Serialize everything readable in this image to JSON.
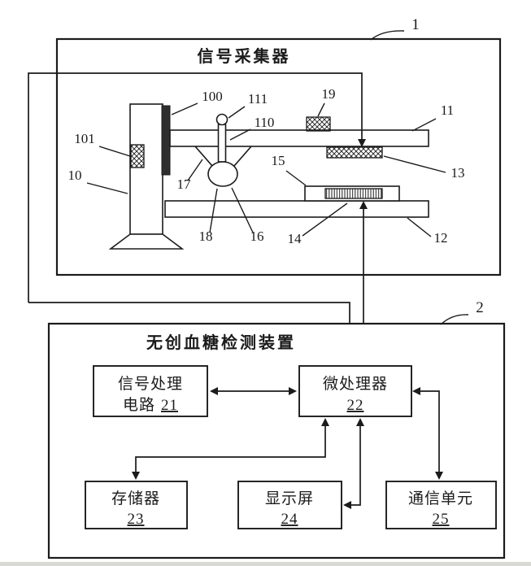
{
  "colors": {
    "ink": "#1b1b1b",
    "paper": "#ffffff"
  },
  "figure1": {
    "ref": "1",
    "title": "信号采集器",
    "part_labels": {
      "n10": "10",
      "n100": "100",
      "n101": "101",
      "n11": "11",
      "n111": "111",
      "n110": "110",
      "n19": "19",
      "n13": "13",
      "n17": "17",
      "n18": "18",
      "n16": "16",
      "n15": "15",
      "n14": "14",
      "n12": "12"
    }
  },
  "figure2": {
    "ref": "2",
    "title": "无创血糖检测装置",
    "blocks": {
      "b21": {
        "line1": "信号处理",
        "line2": "电路",
        "num": "21"
      },
      "b22": {
        "name": "微处理器",
        "num": "22"
      },
      "b23": {
        "name": "存储器",
        "num": "23"
      },
      "b24": {
        "name": "显示屏",
        "num": "24"
      },
      "b25": {
        "name": "通信单元",
        "num": "25"
      }
    }
  }
}
